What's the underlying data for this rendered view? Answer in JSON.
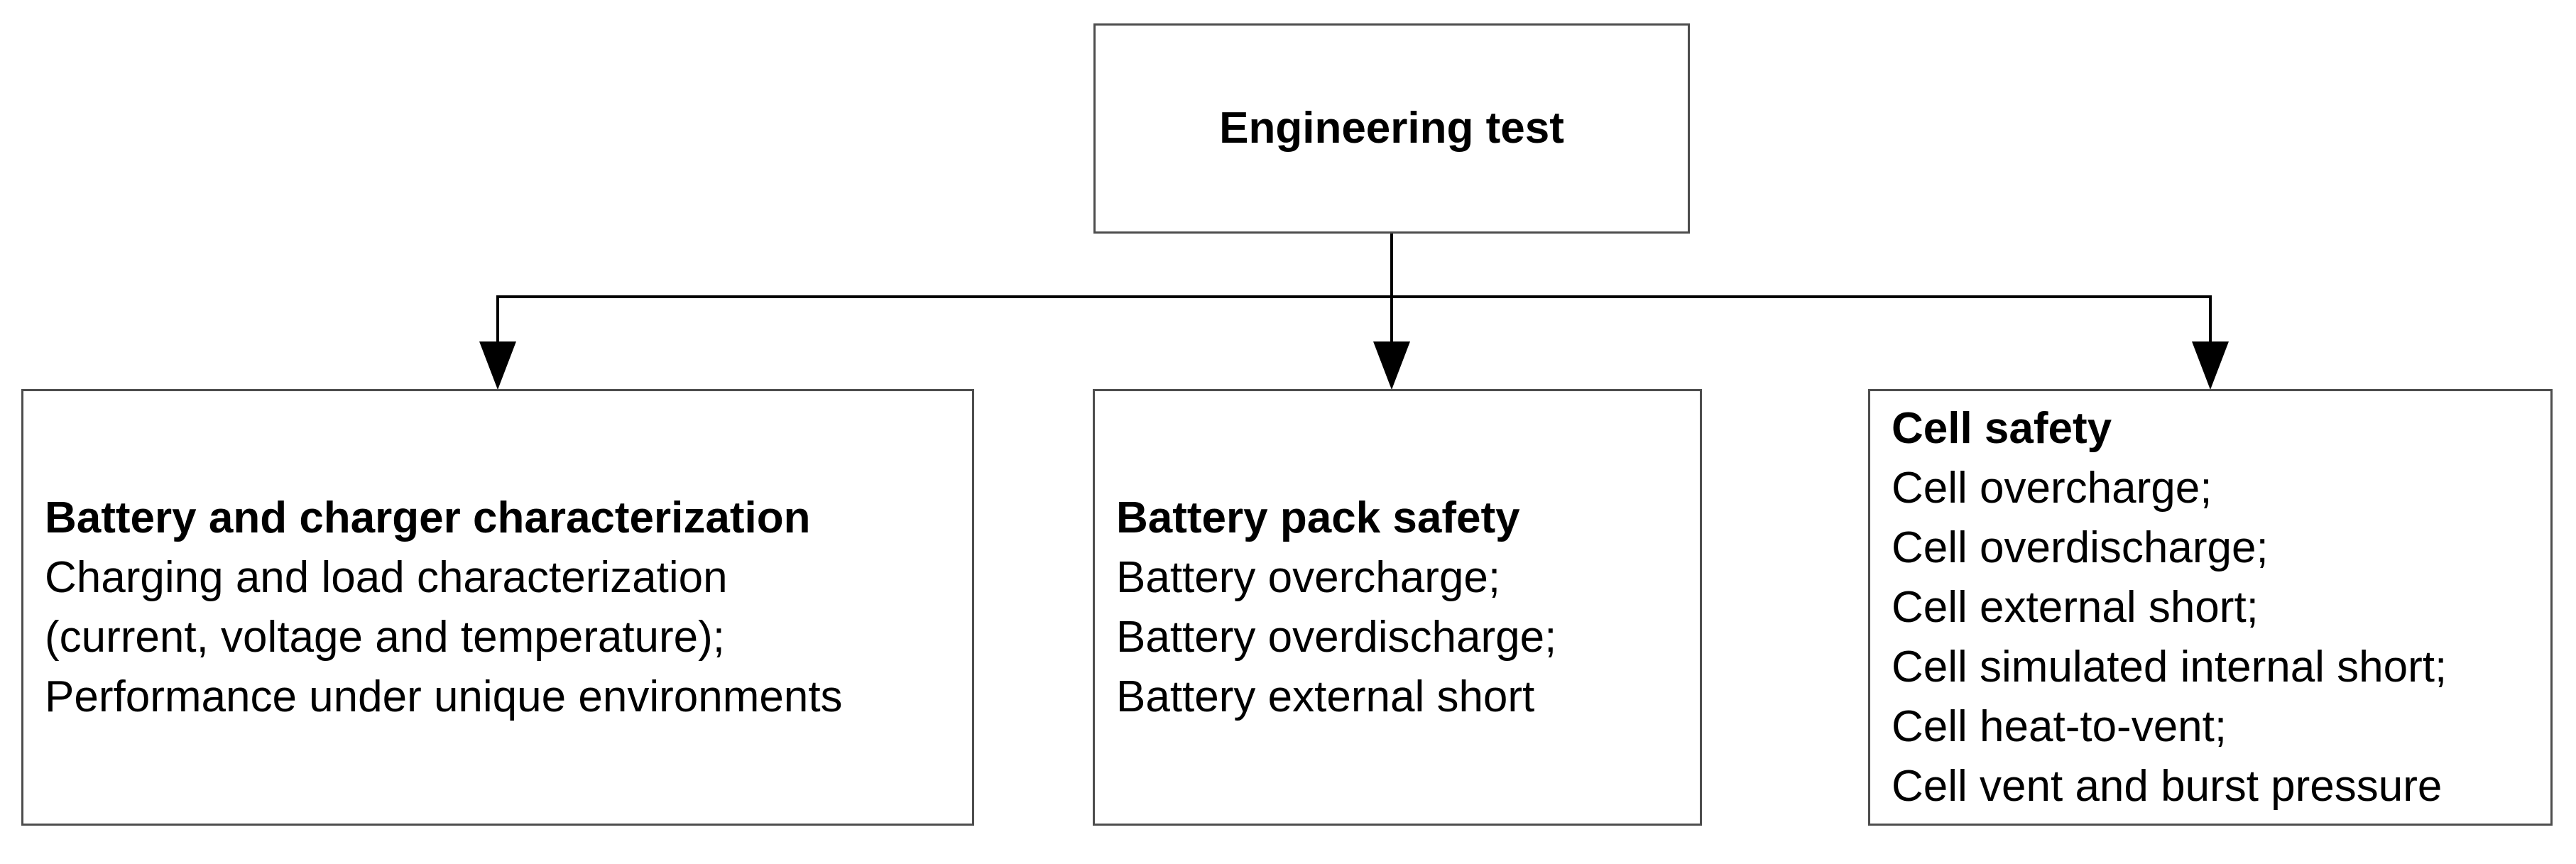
{
  "diagram": {
    "type": "flowchart",
    "root": {
      "title": "Engineering test"
    },
    "branches": [
      {
        "id": "battery-and-charger-characterization",
        "title": "Battery and charger characterization",
        "items": [
          "Charging and load characterization",
          "(current, voltage and temperature);",
          "Performance under unique environments"
        ]
      },
      {
        "id": "battery-pack-safety",
        "title": "Battery pack safety",
        "items": [
          "Battery overcharge;",
          "Battery overdischarge;",
          "Battery external short"
        ]
      },
      {
        "id": "cell-safety",
        "title": "Cell safety",
        "items": [
          "Cell overcharge;",
          "Cell overdischarge;",
          "Cell external short;",
          "Cell simulated internal short;",
          "Cell heat-to-vent;",
          "Cell vent and burst pressure"
        ]
      }
    ],
    "colors": {
      "background": "#ffffff",
      "box_border": "#4d4d4d",
      "connector": "#000000",
      "text": "#000000"
    }
  }
}
